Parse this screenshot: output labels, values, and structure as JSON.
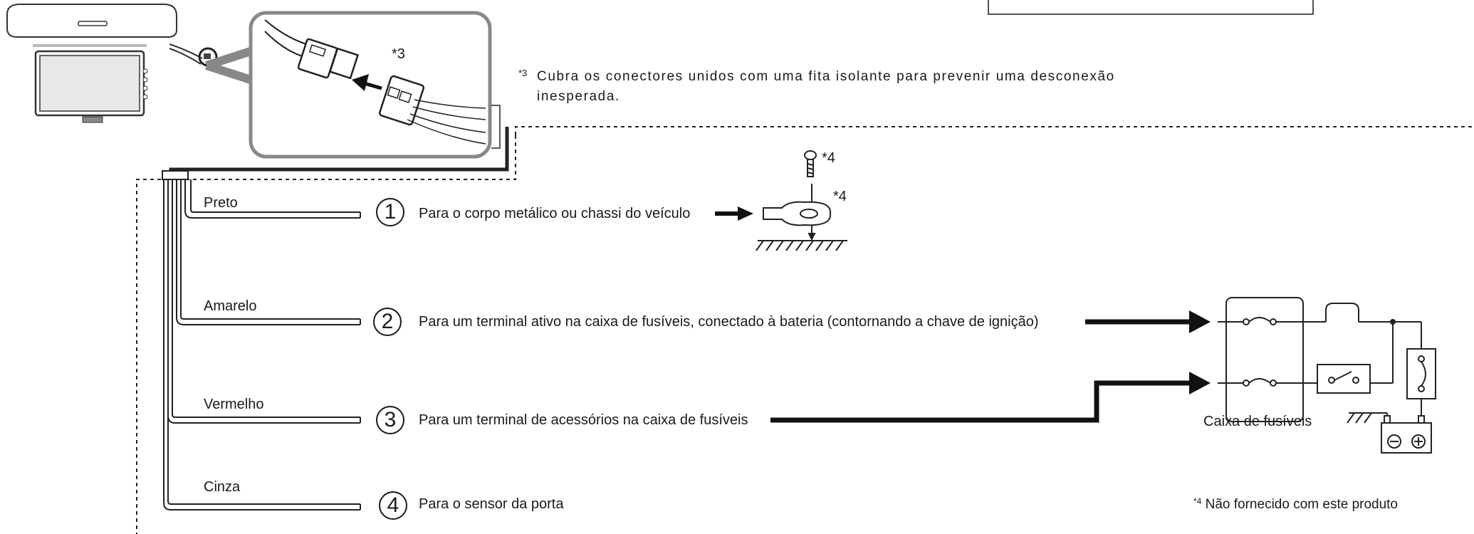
{
  "callout": {
    "connector_marker": "*3",
    "note_marker": "*3",
    "note_line1": "Cubra os conectores unidos com uma fita isolante para prevenir uma desconexão",
    "note_line2": "inesperada."
  },
  "wires": [
    {
      "label": "Preto",
      "number": "1",
      "destination": "Para o corpo metálico ou chassi do veículo"
    },
    {
      "label": "Amarelo",
      "number": "2",
      "destination": "Para um terminal ativo na caixa de fusíveis, conectado à bateria (contornando a chave de ignição)"
    },
    {
      "label": "Vermelho",
      "number": "3",
      "destination": "Para um terminal de acessórios na caixa de fusíveis"
    },
    {
      "label": "Cinza",
      "number": "4",
      "destination": "Para o sensor da porta"
    }
  ],
  "ground": {
    "screw_marker": "*4",
    "terminal_marker": "*4"
  },
  "fuse_box": {
    "label": "Caixa de fusíveis"
  },
  "footnote": {
    "marker": "*4",
    "text": "Não fornecido com este produto"
  },
  "icons": [
    "monitor-icon",
    "connector-icon",
    "screw-icon",
    "ring-terminal-icon",
    "ground-icon",
    "fuse-icon",
    "switch-icon",
    "battery-icon"
  ]
}
